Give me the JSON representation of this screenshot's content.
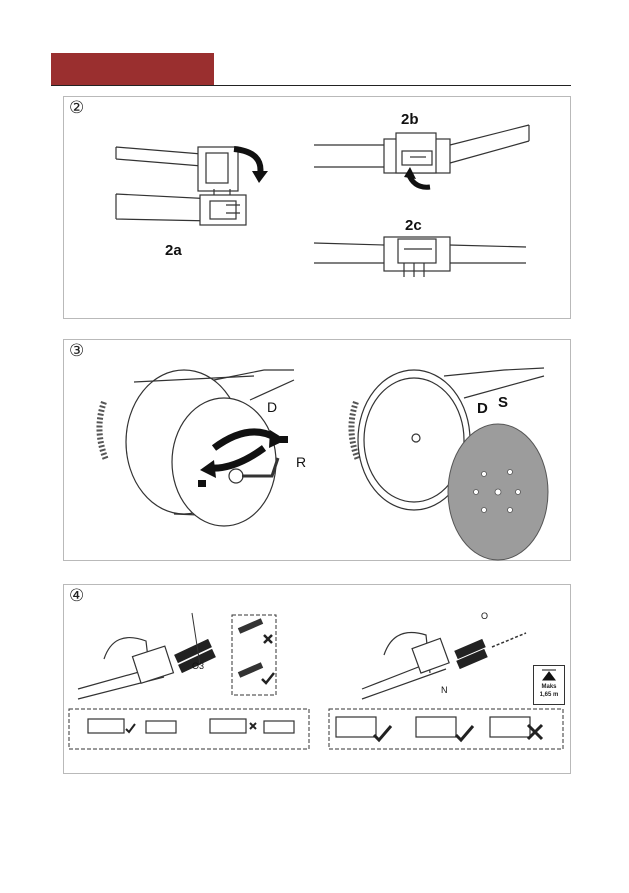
{
  "steps": {
    "step2": {
      "number": "②",
      "labels": {
        "a": "2a",
        "b": "2b",
        "c": "2c"
      }
    },
    "step3": {
      "number": "③",
      "labels": {
        "d_left": "D",
        "r": "R",
        "d_right": "D",
        "s": "S"
      }
    },
    "step4": {
      "number": "④",
      "labels": {
        "o3": "O3",
        "o": "O",
        "n": "N"
      },
      "height_warning": {
        "line1": "Maks",
        "line2": "1,65 m"
      }
    }
  },
  "colors": {
    "header": "#9a2f2f",
    "panel_border": "#b9b9b9"
  }
}
